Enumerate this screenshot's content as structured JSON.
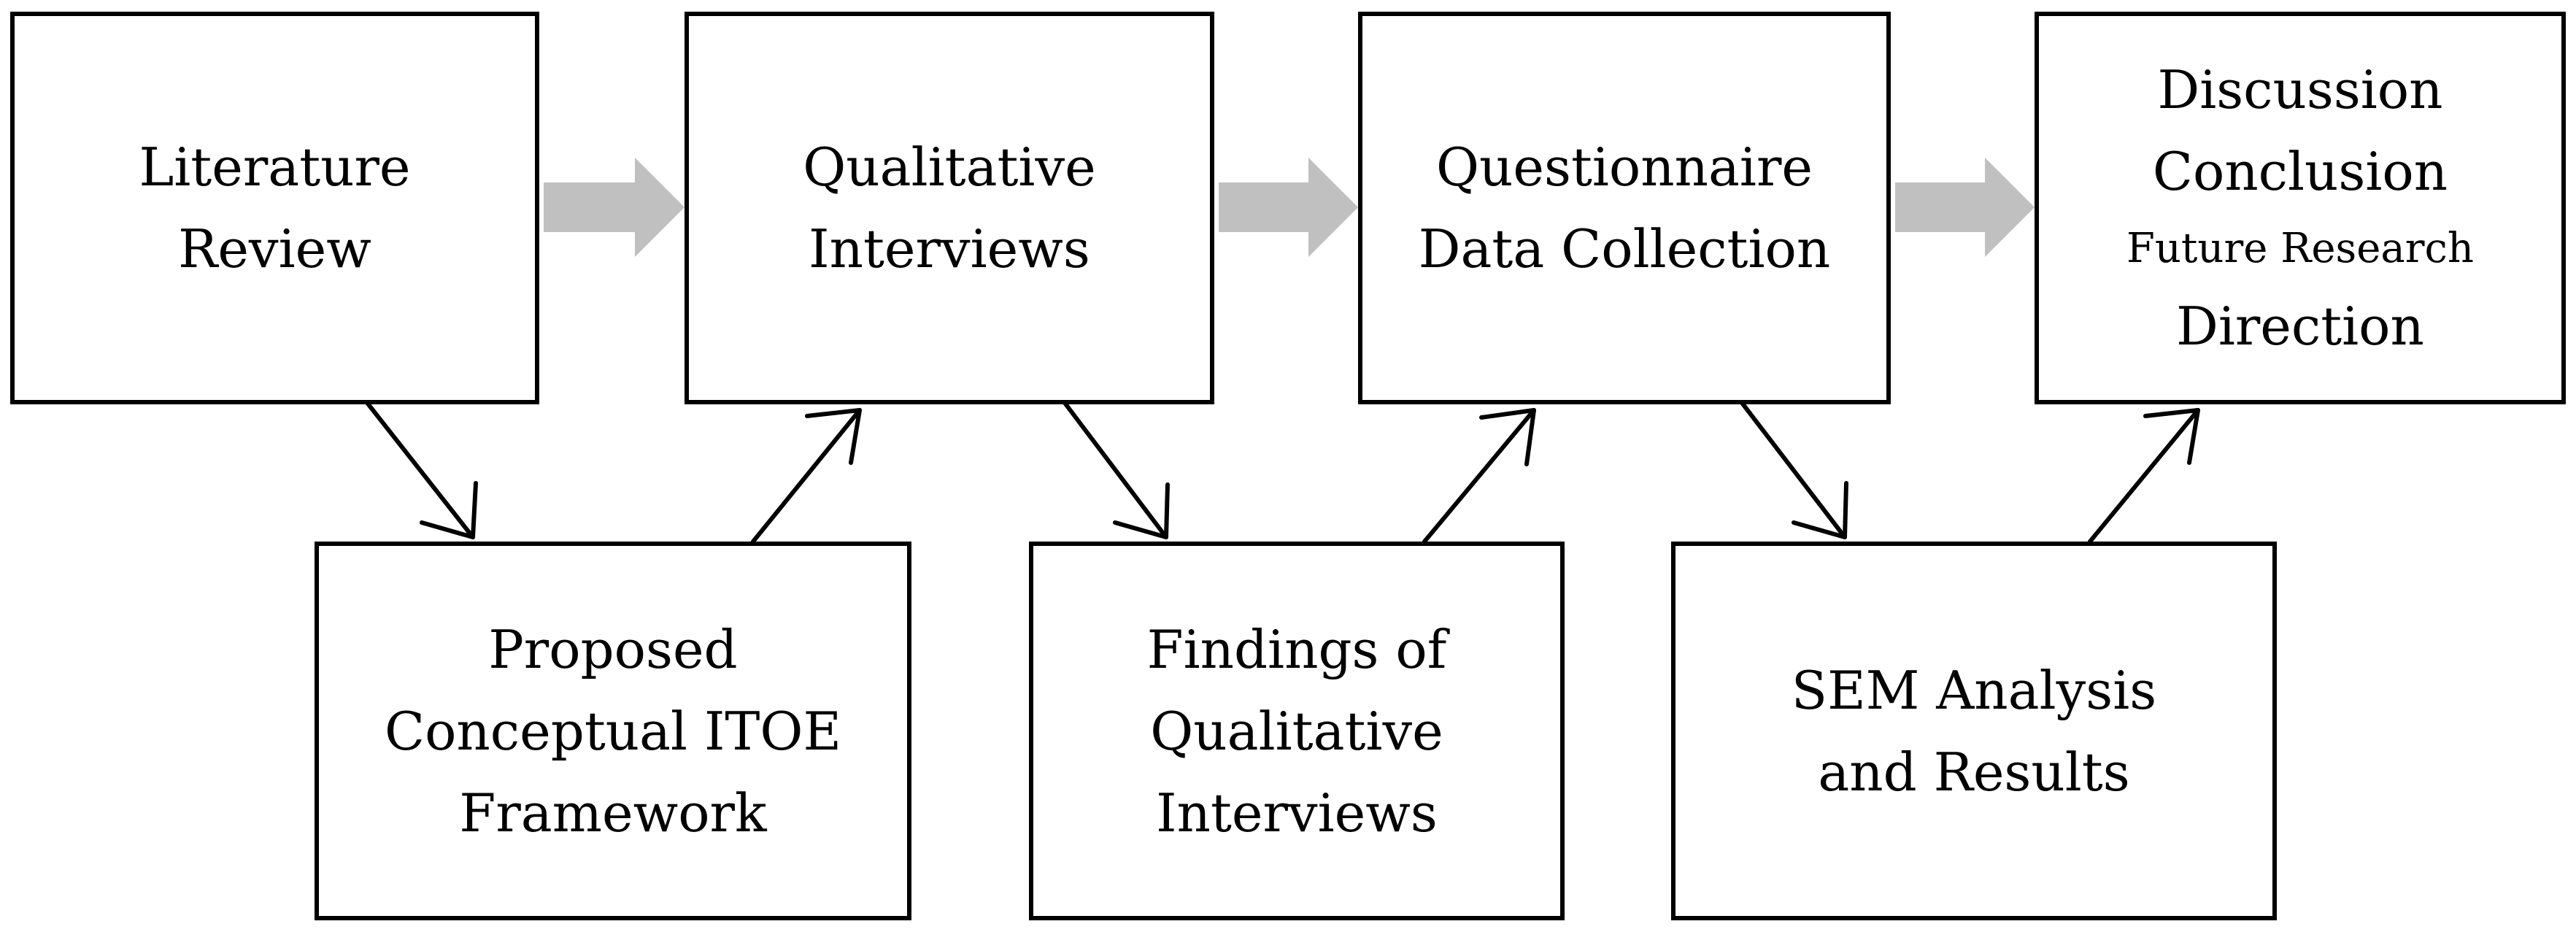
{
  "diagram": {
    "colors": {
      "border": "#000000",
      "background": "#ffffff",
      "process_arrow": "#c0c0c0"
    },
    "nodes": {
      "literature_review": {
        "lines": [
          "Literature",
          "Review"
        ]
      },
      "qualitative_interviews": {
        "lines": [
          "Qualitative",
          "Interviews"
        ]
      },
      "questionnaire": {
        "lines": [
          "Questionnaire",
          "Data Collection"
        ]
      },
      "discussion": {
        "lines": [
          "Discussion",
          "Conclusion",
          "Future Research",
          "Direction"
        ]
      },
      "proposed_framework": {
        "lines": [
          "Proposed",
          "Conceptual ITOE",
          "Framework"
        ]
      },
      "findings": {
        "lines": [
          "Findings of",
          "Qualitative",
          "Interviews"
        ]
      },
      "sem_analysis": {
        "lines": [
          "SEM Analysis",
          "and Results"
        ]
      }
    },
    "edges": [
      {
        "from": "literature_review",
        "to": "qualitative_interviews",
        "style": "block-arrow"
      },
      {
        "from": "qualitative_interviews",
        "to": "questionnaire",
        "style": "block-arrow"
      },
      {
        "from": "questionnaire",
        "to": "discussion",
        "style": "block-arrow"
      },
      {
        "from": "literature_review",
        "to": "proposed_framework",
        "style": "line-arrow"
      },
      {
        "from": "proposed_framework",
        "to": "qualitative_interviews",
        "style": "line-arrow"
      },
      {
        "from": "qualitative_interviews",
        "to": "findings",
        "style": "line-arrow"
      },
      {
        "from": "findings",
        "to": "questionnaire",
        "style": "line-arrow"
      },
      {
        "from": "questionnaire",
        "to": "sem_analysis",
        "style": "line-arrow"
      },
      {
        "from": "sem_analysis",
        "to": "discussion",
        "style": "line-arrow"
      }
    ]
  }
}
